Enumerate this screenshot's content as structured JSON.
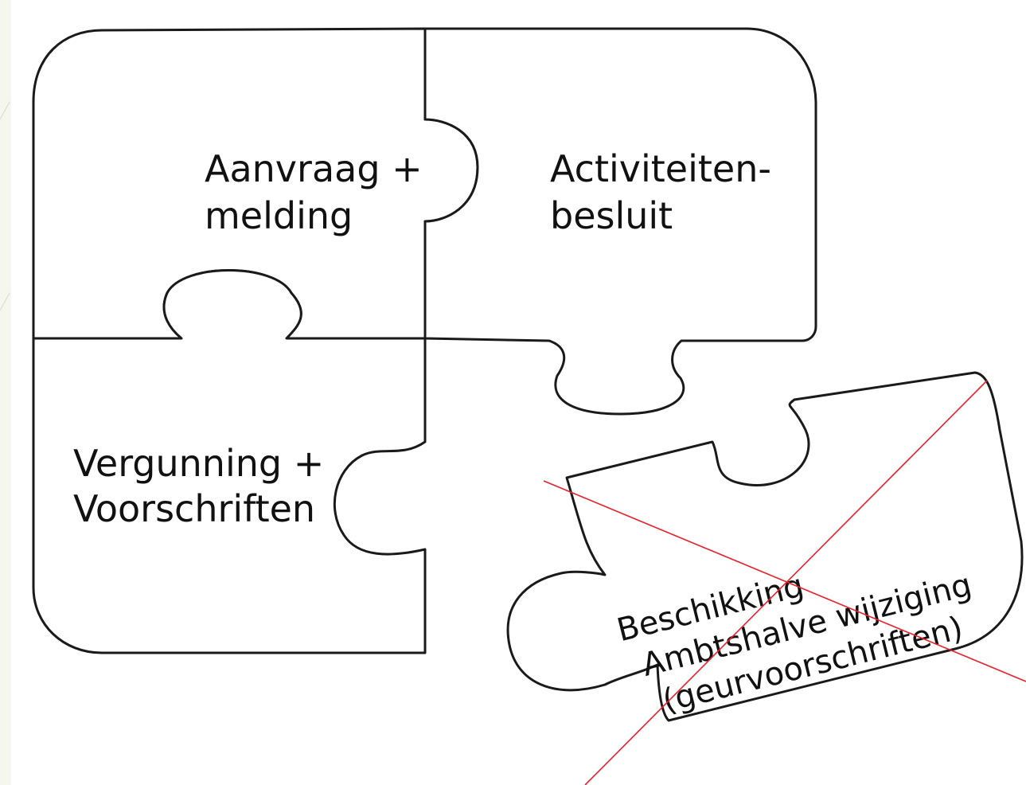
{
  "pieces": [
    {
      "id": "top-left",
      "lines": [
        "Aanvraag +",
        "melding"
      ]
    },
    {
      "id": "top-right",
      "lines": [
        "Activiteiten-",
        "besluit"
      ]
    },
    {
      "id": "bottom-left",
      "lines": [
        "Vergunning +",
        "Voorschriften"
      ]
    },
    {
      "id": "loose",
      "lines": [
        "Beschikking",
        "Ambtshalve wijziging",
        "(geurvoorschriften)"
      ],
      "crossed_out": true
    }
  ],
  "colors": {
    "outline": "#1a1a1a",
    "cross": "#e8202a",
    "background_strip": "#f5f7ee"
  }
}
